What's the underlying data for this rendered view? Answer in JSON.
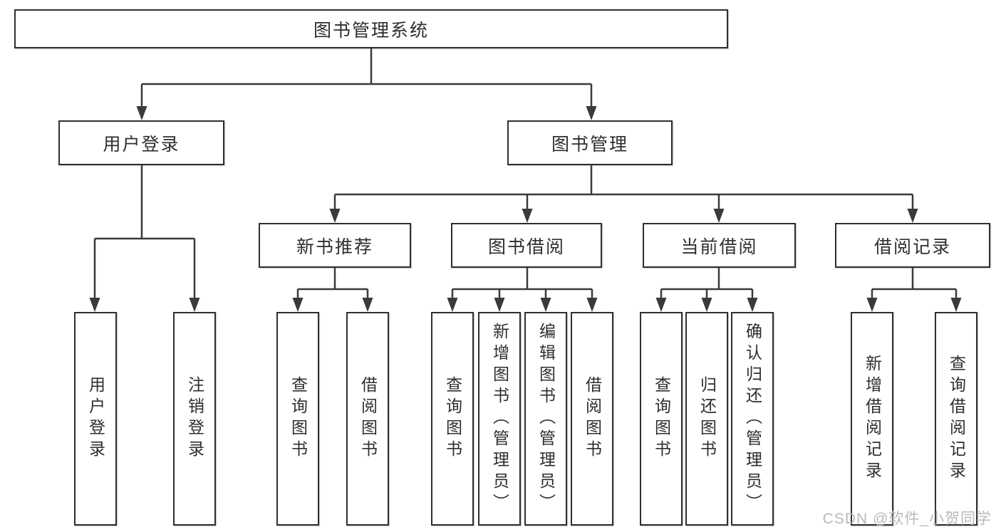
{
  "diagram": {
    "type": "hierarchy-tree",
    "root": {
      "label": "图书管理系统"
    },
    "level2": [
      {
        "label": "用户登录"
      },
      {
        "label": "图书管理"
      }
    ],
    "level3": [
      {
        "label": "新书推荐",
        "parent": "图书管理"
      },
      {
        "label": "图书借阅",
        "parent": "图书管理"
      },
      {
        "label": "当前借阅",
        "parent": "图书管理"
      },
      {
        "label": "借阅记录",
        "parent": "图书管理"
      }
    ],
    "leaves": [
      {
        "label": "用户登录",
        "parent": "用户登录"
      },
      {
        "label": "注销登录",
        "parent": "用户登录"
      },
      {
        "label": "查询图书",
        "parent": "新书推荐"
      },
      {
        "label": "借阅图书",
        "parent": "新书推荐"
      },
      {
        "label": "查询图书",
        "parent": "图书借阅"
      },
      {
        "label": "新增图书（管理员）",
        "parent": "图书借阅"
      },
      {
        "label": "编辑图书（管理员）",
        "parent": "图书借阅"
      },
      {
        "label": "借阅图书",
        "parent": "图书借阅"
      },
      {
        "label": "查询图书",
        "parent": "当前借阅"
      },
      {
        "label": "归还图书",
        "parent": "当前借阅"
      },
      {
        "label": "确认归还（管理员）",
        "parent": "当前借阅"
      },
      {
        "label": "新增借阅记录",
        "parent": "借阅记录"
      },
      {
        "label": "查询借阅记录",
        "parent": "借阅记录"
      }
    ]
  },
  "watermark": {
    "text": "CSDN @软件_小贺同学",
    "color": "#b9b9b9"
  },
  "colors": {
    "background": "#ffffff",
    "line": "#3a3a3a",
    "box_border": "#2f2f2f",
    "text": "#2e2e2e"
  }
}
